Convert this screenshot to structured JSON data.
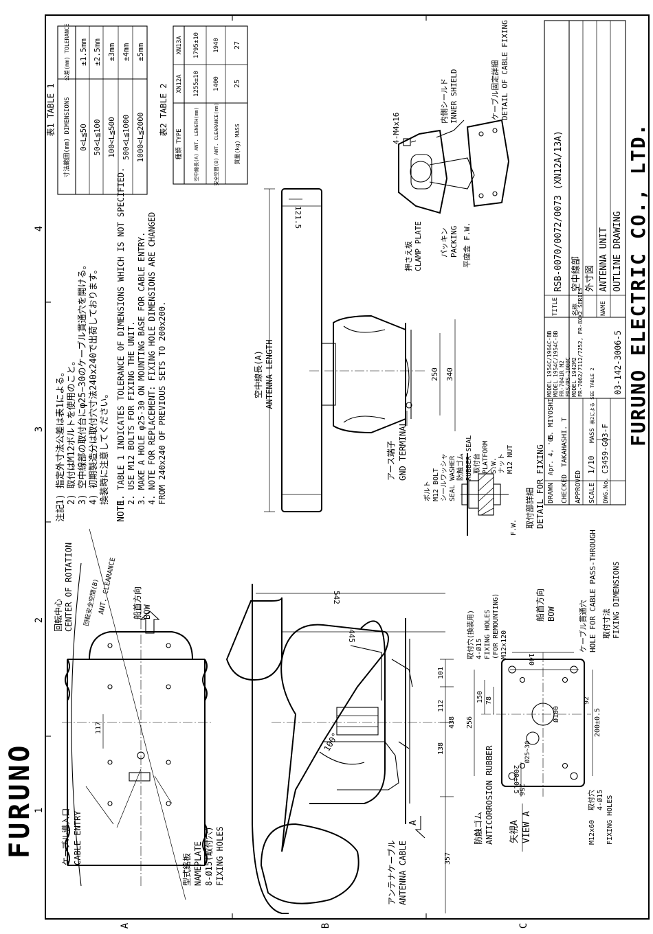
{
  "drawing": {
    "logo": "FURUNO",
    "company_name": "FURUNO ELECTRIC CO., LTD.",
    "grid": {
      "columns": [
        "1",
        "2",
        "3",
        "4"
      ],
      "rows": [
        "A",
        "B",
        "C"
      ]
    },
    "notes": {
      "jp_label": "注記",
      "en_label": "NOTE",
      "jp": [
        "1)  指定外寸法公差は表1による。",
        "2)  取付はM12ボルトを使用のこと。",
        "3)  空中線部の取付台にφ25~30のケーブル貫通穴を開ける。",
        "4)  初期製造分は取付穴寸法240x240で出荷しております。",
        "     換装時に注意してください。"
      ],
      "en": [
        "1. TABLE 1 INDICATES TOLERANCE OF DIMENSIONS WHICH IS NOT SPECIFIED.",
        "2. USE M12 BOLTS FOR FIXING THE UNIT.",
        "3. MAKE A HOLE φ25-30 ON MOUNTING BASE FOR CABLE ENTRY.",
        "4. NOTE FOR REPLACEMENT: FIXING HOLE DIMENSIONS ARE CHANGED",
        "    FROM 240x240 OF PREVIOUS SETS TO 200x200."
      ]
    },
    "table1": {
      "title": "表1 TABLE 1",
      "header": [
        "寸法範囲(mm) DIMENSIONS",
        "公差(mm) TOLERANCE"
      ],
      "rows": [
        [
          "0<L≦50",
          "±1.5mm"
        ],
        [
          "50<L≦100",
          "±2.5mm"
        ],
        [
          "100<L≦500",
          "±3mm"
        ],
        [
          "500<L≦1000",
          "±4mm"
        ],
        [
          "1000<L≦2000",
          "±5mm"
        ]
      ]
    },
    "table2": {
      "title": "表2 TABLE 2",
      "header": [
        "種類 TYPE",
        "XN12A",
        "XN13A"
      ],
      "rows": [
        [
          "空中線長(A) ANT. LENGTH(mm)",
          "1255±10",
          "1795±10"
        ],
        [
          "安全空間(B) ANT. CLEARANCE(mm)",
          "1400",
          "1940"
        ],
        [
          "質量(kg) MASS",
          "25",
          "27"
        ]
      ]
    },
    "labels": {
      "center_rotation_jp": "回転中心",
      "center_rotation_en": "CENTER OF ROTATION",
      "clearance_jp": "回転安全空間(B)",
      "clearance_en": "ANT. CLEARANCE",
      "bow_jp": "船首方向",
      "bow_en": "BOW",
      "cable_entry_jp": "ケーブル導入口",
      "cable_entry_en": "CABLE ENTRY",
      "nameplate_jp": "型式銘板",
      "nameplate_en": "NAMEPLATE",
      "fixing_holes_8": "8-Ø15(取付穴)",
      "fixing_holes_en": "FIXING HOLES",
      "view_a_jp": "矢視A",
      "view_a_en": "VIEW A",
      "ant_cable_jp": "アンテナケーブル",
      "ant_cable_en": "ANTENNA CABLE",
      "anticorr_jp": "防触ゴム",
      "anticorr_en": "ANTICORROSION RUBBER",
      "m12x60": "M12x60",
      "fix4_jp": "取付穴",
      "fix4_dim": "4-Ø15",
      "fix_rem_jp": "取付穴(換装用)",
      "fix_rem_dim": "4-Ø15",
      "fix_rem_en1": "FIXING HOLES",
      "fix_rem_en2": "(FOR REMOUNTING)",
      "fix_rem_bolt": "M12x120",
      "cable_hole_jp": "ケーブル貫通穴",
      "cable_hole_en": "HOLE FOR CABLE PASS-THROUGH",
      "fix_dims_jp": "取付寸法",
      "fix_dims_en": "FIXING DIMENSIONS",
      "gnd_jp": "アース端子",
      "gnd_en": "GND TERMINAL",
      "ant_length_jp": "空中線長(A)",
      "ant_length_en": "ANTENNA LENGTH",
      "clamp_jp": "押さえ板",
      "clamp_en": "CLAMP PLATE",
      "packing_jp": "パッキン",
      "packing_en": "PACKING",
      "fw_jp": "平座金",
      "fw_en": "F.W.",
      "screws": "4-M4x16",
      "inner_shield_jp": "内側シールド",
      "inner_shield_en": "INNER SHIELD",
      "cable_fix_jp": "ケーブル固定詳細",
      "cable_fix_en": "DETAIL OF CABLE FIXING",
      "bolt_jp": "ボルト",
      "bolt_en": "M12 BOLT",
      "seal_jp": "シールワッシャ",
      "seal_en": "SEAL WASHER",
      "rubber_jp": "防触ゴム",
      "rubber_en": "RUBBER SEAL",
      "platform_jp": "取付台",
      "platform_en": "PLATFORM",
      "sw": "S.W.",
      "nut_jp": "ナット",
      "nut_en": "M12 NUT",
      "fw2": "F.W.",
      "mount_detail_jp": "取付部詳細",
      "mount_detail_en": "DETAIL FOR FIXING",
      "a_mark": "A"
    },
    "dims": {
      "d117": "117",
      "d542": "542",
      "d445": "445",
      "d101": "101",
      "d112": "112",
      "d438": "438",
      "d138": "138",
      "d357": "357",
      "d100deg": "100°",
      "d256a": "256",
      "d150": "150",
      "d78": "78",
      "d140": "140",
      "dphi100": "Ø100",
      "dphi25": "Ø25~30",
      "d92": "92",
      "d200a": "200±0.5",
      "d200b": "200±0.5",
      "d256b": "256",
      "d250": "250",
      "d340": "340",
      "d1215": "121.5"
    },
    "title_block": {
      "drawn_label": "DRAWN",
      "drawn_date": "Apr. 4, '05",
      "drawn_by": "E. MIYOSHI",
      "checked_label": "CHECKED",
      "checked_by": "TAKAHASHI. T",
      "approved_label": "APPROVED",
      "scale_label": "SCALE",
      "scale": "1/10",
      "mass_label": "MASS",
      "mass_value": "表2による SEE TABLE 2",
      "dwg_label": "DWG.No.",
      "dwg_no": "C3459-G03-F",
      "doc_no": "03-142-3006-5",
      "models": [
        "MODEL 1954C/1964C-BB",
        "MODEL 1954C/1954C-BB",
        "FR-7041R M2",
        "FRS/RS-1000C",
        "MODEL 1942M2",
        "FR-7062/7112/7252, FR-8XX2 SERIES"
      ],
      "title_label": "TITLE",
      "title": "RSB-0070/0072/0073 (XN12A/13A)",
      "name_jp_label": "名称",
      "name_jp1": "空中線部",
      "name_jp2": "外寸図",
      "name_label": "NAME",
      "name_en1": "ANTENNA UNIT",
      "name_en2": "OUTLINE DRAWING"
    }
  }
}
